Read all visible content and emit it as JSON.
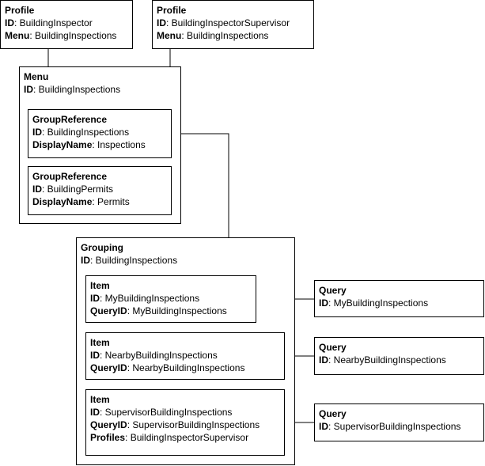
{
  "profiles": [
    {
      "title": "Profile",
      "id_label": "ID",
      "id": "BuildingInspector",
      "menu_label": "Menu",
      "menu": "BuildingInspections"
    },
    {
      "title": "Profile",
      "id_label": "ID",
      "id": "BuildingInspectorSupervisor",
      "menu_label": "Menu",
      "menu": "BuildingInspections"
    }
  ],
  "menu": {
    "title": "Menu",
    "id_label": "ID",
    "id": "BuildingInspections",
    "group_references": [
      {
        "title": "GroupReference",
        "id_label": "ID",
        "id": "BuildingInspections",
        "display_label": "DisplayName",
        "display": "Inspections"
      },
      {
        "title": "GroupReference",
        "id_label": "ID",
        "id": "BuildingPermits",
        "display_label": "DisplayName",
        "display": "Permits"
      }
    ]
  },
  "grouping": {
    "title": "Grouping",
    "id_label": "ID",
    "id": "BuildingInspections",
    "items": [
      {
        "title": "Item",
        "id_label": "ID",
        "id": "MyBuildingInspections",
        "query_label": "QueryID",
        "query": "MyBuildingInspections"
      },
      {
        "title": "Item",
        "id_label": "ID",
        "id": "NearbyBuildingInspections",
        "query_label": "QueryID",
        "query": "NearbyBuildingInspections"
      },
      {
        "title": "Item",
        "id_label": "ID",
        "id": "SupervisorBuildingInspections",
        "query_label": "QueryID",
        "query": "SupervisorBuildingInspections",
        "profiles_label": "Profiles",
        "profiles": "BuildingInspectorSupervisor"
      }
    ]
  },
  "queries": [
    {
      "title": "Query",
      "id_label": "ID",
      "id": "MyBuildingInspections"
    },
    {
      "title": "Query",
      "id_label": "ID",
      "id": "NearbyBuildingInspections"
    },
    {
      "title": "Query",
      "id_label": "ID",
      "id": "SupervisorBuildingInspections"
    }
  ]
}
